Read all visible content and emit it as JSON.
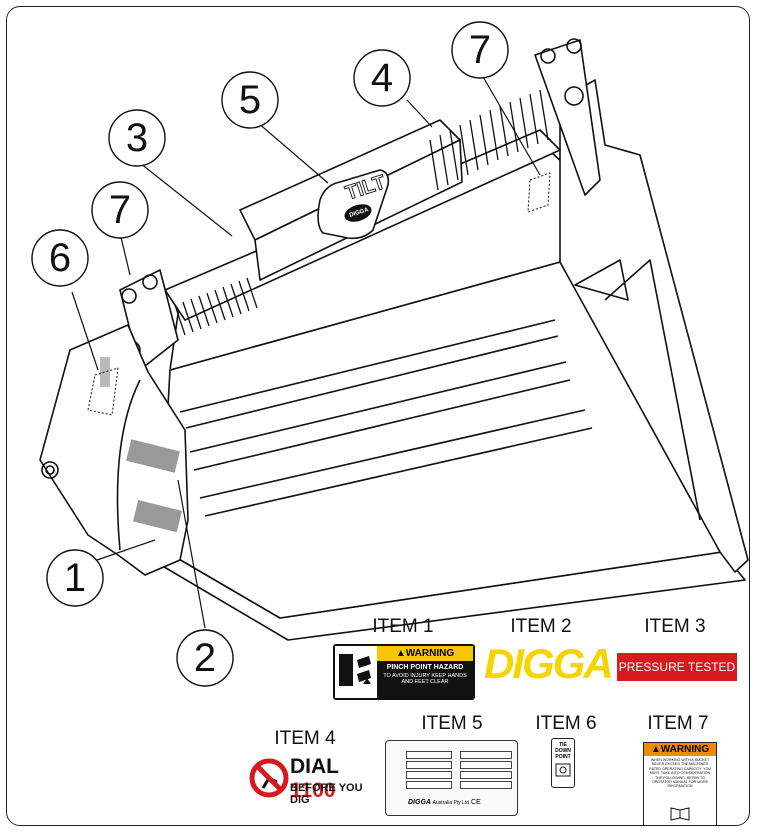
{
  "callouts": [
    "1",
    "2",
    "3",
    "4",
    "5",
    "6",
    "7",
    "7"
  ],
  "items": {
    "item1": {
      "label": "ITEM 1",
      "warning": "WARNING",
      "line1": "PINCH POINT HAZARD",
      "line2": "TO AVOID INJURY KEEP HANDS AND FEET CLEAR"
    },
    "item2": {
      "label": "ITEM 2",
      "brand": "DIGGA"
    },
    "item3": {
      "label": "ITEM 3",
      "text": "PRESSURE TESTED"
    },
    "item4": {
      "label": "ITEM 4",
      "dial": "DIAL",
      "number": "1100",
      "tagline": "BEFORE YOU DIG"
    },
    "item5": {
      "label": "ITEM 5",
      "company": "Australia Pty Ltd",
      "brand": "DIGGA"
    },
    "item6": {
      "label": "ITEM 6",
      "text": "TIE DOWN POINT"
    },
    "item7": {
      "label": "ITEM 7",
      "warning": "WARNING",
      "body": "WHEN WORKING WITH A BUCKET NEVER EXCEED THE MACHINES RATED OPERATING CAPACITY. YOU MUST TAKE INTO CONSIDERATION THE FOLLOWING. REFER TO OPERATOR MANUAL FOR MORE INFORMATION"
    }
  },
  "bucket": {
    "decal_text": "TILT",
    "decal_brand": "DIGGA"
  },
  "colors": {
    "warning_yellow": "#f7c600",
    "digga_yellow": "#f6d400",
    "pressure_red": "#d71920",
    "warning_orange": "#f08a00"
  }
}
